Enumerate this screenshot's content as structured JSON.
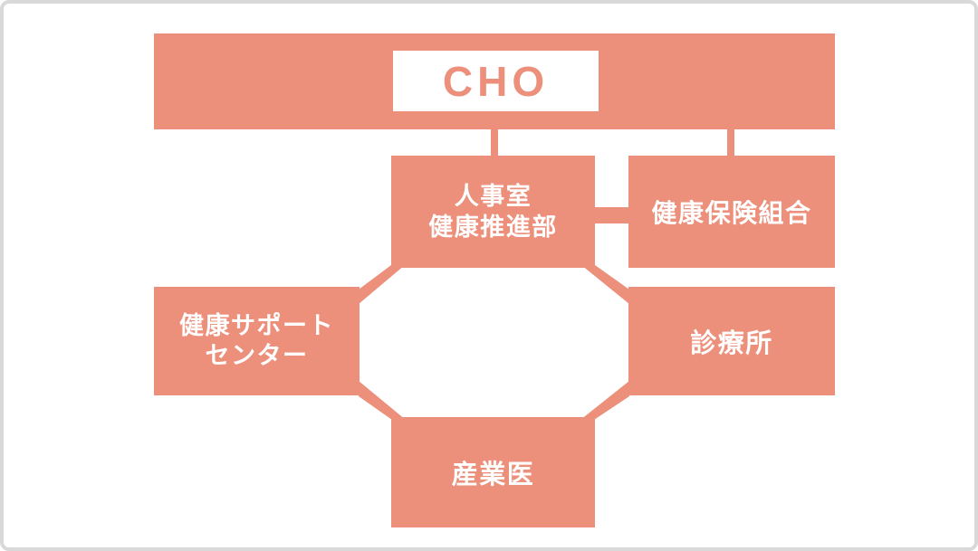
{
  "colors": {
    "accent": "#ec8f7b",
    "bg": "#ffffff",
    "border": "#d9d9d9",
    "text-on-accent": "#ffffff"
  },
  "diagram": {
    "type": "org-chart",
    "root": {
      "label": "CHO"
    },
    "nodes": {
      "hr": {
        "line1": "人事室",
        "line2": "健康推進部"
      },
      "insurance": {
        "label": "健康保険組合"
      },
      "support": {
        "line1": "健康サポート",
        "line2": "センター"
      },
      "clinic": {
        "label": "診療所"
      },
      "physician": {
        "label": "産業医"
      }
    },
    "edges": [
      {
        "from": "CHO",
        "to": "人事室 健康推進部"
      },
      {
        "from": "CHO",
        "to": "健康保険組合"
      },
      {
        "from": "人事室 健康推進部",
        "to": "健康保険組合"
      },
      {
        "from": "人事室 健康推進部",
        "to": "健康サポートセンター"
      },
      {
        "from": "人事室 健康推進部",
        "to": "診療所"
      },
      {
        "from": "健康サポートセンター",
        "to": "産業医"
      },
      {
        "from": "診療所",
        "to": "産業医"
      }
    ]
  }
}
